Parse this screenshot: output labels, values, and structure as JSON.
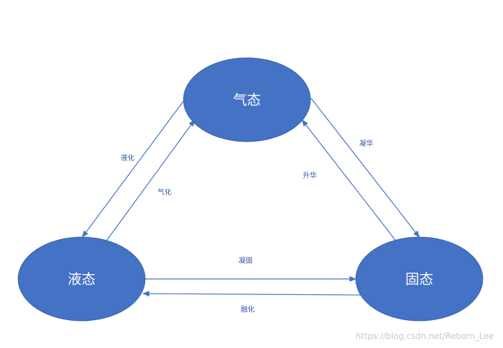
{
  "colors": {
    "node_fill": "#4472c4",
    "node_stroke": "#3a63ad",
    "node_text": "#ffffff",
    "arrow": "#4472c4",
    "edge_label": "#2f55a4",
    "background": "#ffffff",
    "watermark": "#c8c8c8"
  },
  "nodes": {
    "gas": {
      "label": "气态"
    },
    "liquid": {
      "label": "液态"
    },
    "solid": {
      "label": "固态"
    }
  },
  "edges": {
    "liquefaction": {
      "label": "液化",
      "from": "气态",
      "to": "液态"
    },
    "vaporization": {
      "label": "气化",
      "from": "液态",
      "to": "气态"
    },
    "desublimation": {
      "label": "凝华",
      "from": "气态",
      "to": "固态"
    },
    "sublimation": {
      "label": "升华",
      "from": "固态",
      "to": "气态"
    },
    "solidification": {
      "label": "凝固",
      "from": "液态",
      "to": "固态"
    },
    "melting": {
      "label": "融化",
      "from": "固态",
      "to": "液态"
    }
  },
  "watermark": {
    "text": "https://blog.csdn.net/Reborn_Lee"
  }
}
